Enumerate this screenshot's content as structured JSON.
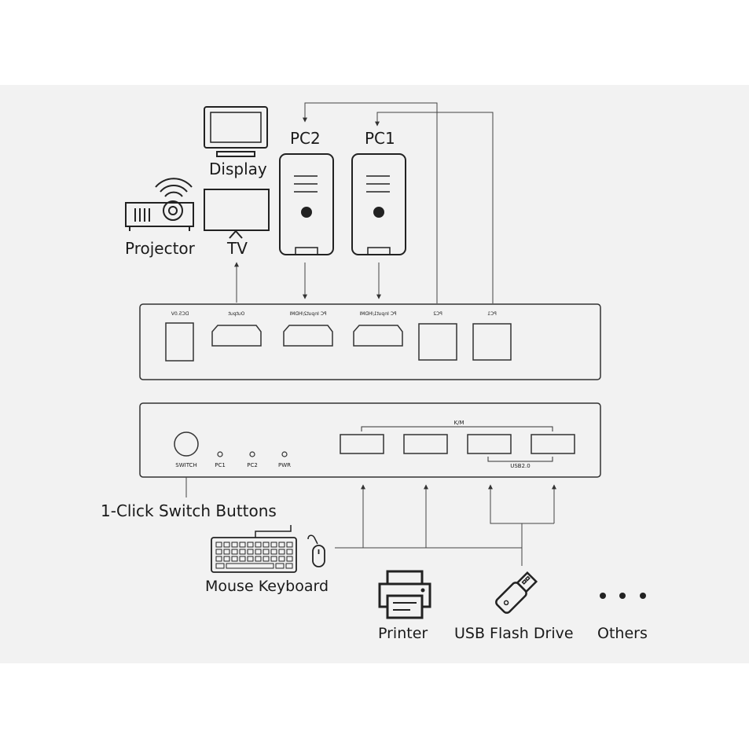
{
  "labels": {
    "display": "Display",
    "pc2": "PC2",
    "pc1": "PC1",
    "projector": "Projector",
    "tv": "TV",
    "switch_caption": "1-Click Switch Buttons",
    "mouse_keyboard": "Mouse Keyboard",
    "printer": "Printer",
    "usb_flash_drive": "USB Flash Drive",
    "others": "Others"
  },
  "rear_panel": {
    "dc": "DC5.0V",
    "output": "Output",
    "pc2_hdmi": "PC Input2/HDMI",
    "pc1_hdmi": "PC Input1/HDMI",
    "pc2_usb": "PC2",
    "pc1_usb": "PC1"
  },
  "front_panel": {
    "switch": "SWITCH",
    "led_pc1": "PC1",
    "led_pc2": "PC2",
    "led_pwr": "PWR",
    "km": "K/M",
    "usb2": "USB2.0"
  }
}
